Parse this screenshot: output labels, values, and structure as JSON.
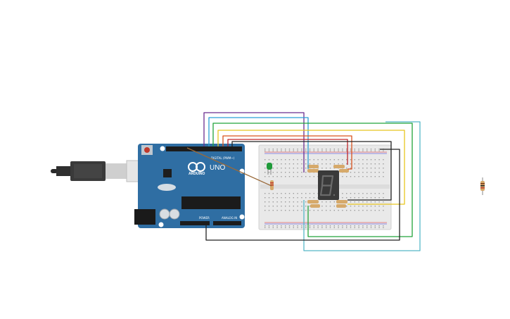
{
  "board": {
    "model_label": "UNO",
    "brand_label": "ARDUINO",
    "digital_header_label": "DIGITAL (PWM~)",
    "power_label": "POWER",
    "analog_label": "ANALOG IN",
    "color": "#2f6ea3"
  },
  "wire_colors": [
    "#6b2d8f",
    "#2a9fd6",
    "#22a33a",
    "#e8c520",
    "#d9531e",
    "#c0262b",
    "#222222",
    "#56b8c8",
    "#9a6a3a"
  ],
  "breadboard": {
    "color": "#e9e9e9"
  },
  "display": {
    "color": "#3a3a3a"
  },
  "led": {
    "color": "#1f9a3a"
  }
}
